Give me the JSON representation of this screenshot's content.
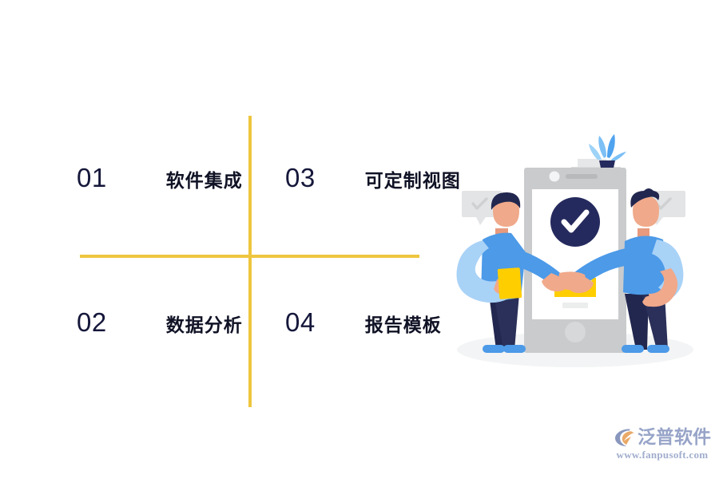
{
  "slide": {
    "background_color": "#ffffff",
    "divider_color": "#EEC63F"
  },
  "items": [
    {
      "number": "01",
      "label": "软件集成"
    },
    {
      "number": "02",
      "label": "数据分析"
    },
    {
      "number": "03",
      "label": "可定制视图"
    },
    {
      "number": "04",
      "label": "报告模板"
    }
  ],
  "illustration": {
    "name": "handshake-agreement-illustration",
    "colors": {
      "phone_body": "#c9cbcd",
      "phone_screen": "#ffffff",
      "check_circle": "#252a5e",
      "check_mark": "#ffffff",
      "shirt_blue": "#4c9ae8",
      "shirt_blue_light": "#a9d2f7",
      "pants_navy": "#22274f",
      "skin": "#f0a98a",
      "card_yellow": "#ffce00",
      "plant_leaf": "#5aaaf0",
      "bubble_grey": "#e3e4e6",
      "shadow_grey": "#f2f3f4"
    }
  },
  "watermark": {
    "brand": "泛普软件",
    "url": "www.fanpusoft.com",
    "text_color": "#8f9dc4",
    "mark_arc_color": "#7f8fb8",
    "mark_swoosh_color": "#e8a25c"
  }
}
